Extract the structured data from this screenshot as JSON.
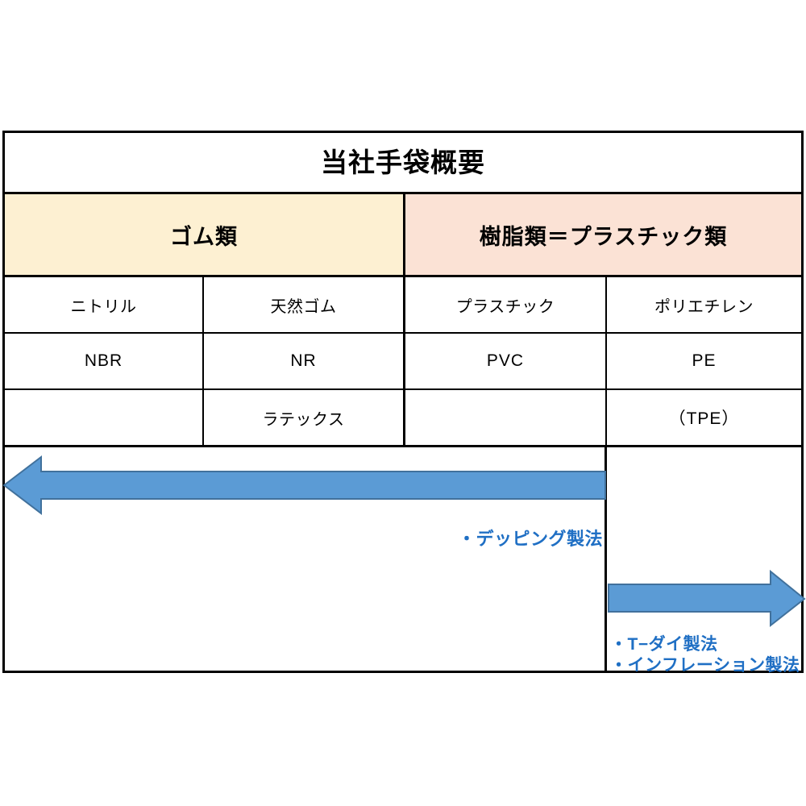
{
  "document": {
    "title": "当社手袋概要"
  },
  "table": {
    "categories": [
      {
        "label": "ゴム類",
        "color": "#FDF0D2"
      },
      {
        "label": "樹脂類＝プラスチック類",
        "color": "#FBE2D5"
      }
    ],
    "rows": [
      {
        "cells": [
          "ニトリル",
          "天然ゴム",
          "プラスチック",
          "ポリエチレン"
        ]
      },
      {
        "cells": [
          "NBR",
          "NR",
          "PVC",
          "PE"
        ]
      },
      {
        "cells": [
          "",
          "ラテックス",
          "",
          "（TPE）"
        ]
      }
    ]
  },
  "processes": {
    "arrow_color": "#5B9BD5",
    "arrow_stroke": "#41719C",
    "label_color": "#1F6FC4",
    "left": {
      "arrow_name": "left-pointing-arrow",
      "arrow_direction": "left",
      "labels": [
        "・デッピング製法"
      ]
    },
    "right": {
      "arrow_name": "right-pointing-arrow",
      "arrow_direction": "right",
      "labels": [
        "・T−ダイ製法",
        "・インフレーション製法"
      ]
    }
  }
}
